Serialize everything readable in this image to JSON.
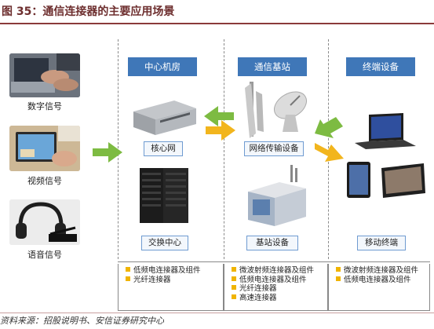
{
  "figure": {
    "title": "图 35：通信连接器的主要应用场景",
    "source": "资料来源：招股说明书、安信证券研究中心"
  },
  "inputs": [
    {
      "label": "数字信号",
      "icon": "laptop-typing-photo"
    },
    {
      "label": "视频信号",
      "icon": "tablet-video-photo"
    },
    {
      "label": "语音信号",
      "icon": "headphones-photo"
    }
  ],
  "columns": [
    {
      "header": "中心机房",
      "top_label": "核心网",
      "bottom_label": "交换中心"
    },
    {
      "header": "通信基站",
      "top_label": "网络传输设备",
      "bottom_label": "基站设备"
    },
    {
      "header": "终端设备",
      "bottom_label": "移动终端"
    }
  ],
  "legend": [
    [
      "低频电连接器及组件",
      "光纤连接器"
    ],
    [
      "微波射频连接器及组件",
      "低频电连接器及组件",
      "光纤连接器",
      "高速连接器"
    ],
    [
      "微波射频连接器及组件",
      "低频电连接器及组件"
    ]
  ],
  "colors": {
    "header_blue": "#3f77b8",
    "arrow_green": "#7dbb42",
    "arrow_yellow": "#f2b51d",
    "bullet": "#f0b400"
  }
}
